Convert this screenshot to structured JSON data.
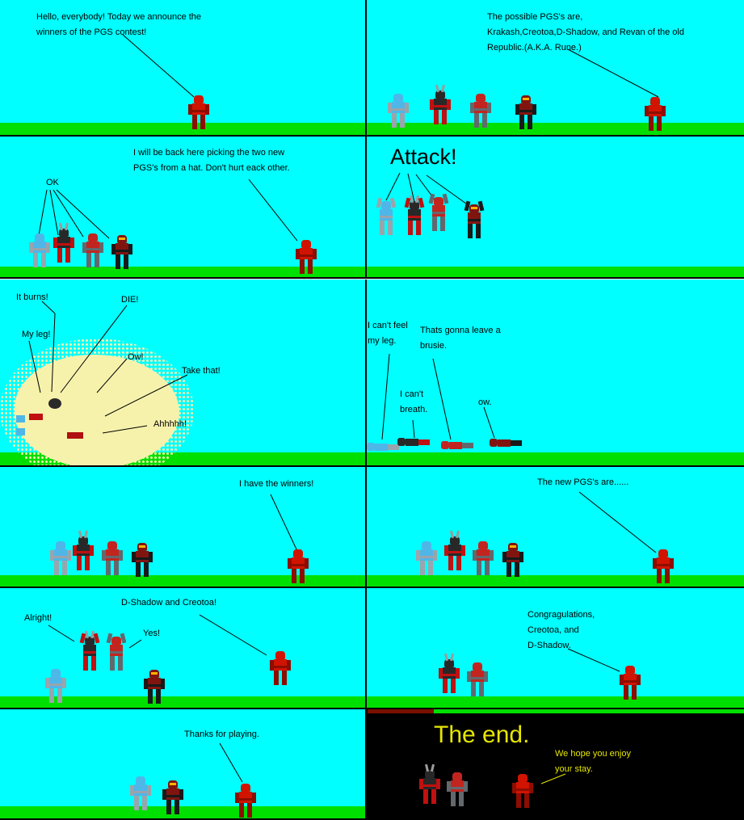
{
  "palette": {
    "sky": "#00FFFF",
    "grass": "#00E000",
    "ink": "#000000",
    "endbg": "#000000",
    "endtext": "#E6E600",
    "boom": "#F6F2AC"
  },
  "characters": {
    "announcer": {
      "name": "red announcer",
      "primary": "#D01400",
      "secondary": "#8E0D00"
    },
    "krakash": {
      "name": "Krakash",
      "primary": "#4FB6E8",
      "secondary": "#9AA4AC"
    },
    "dshadow": {
      "name": "D-Shadow",
      "primary": "#282828",
      "secondary": "#C01010"
    },
    "creotoa": {
      "name": "Creotoa",
      "primary": "#C22520",
      "secondary": "#63686D"
    },
    "revan": {
      "name": "Revan of the old Republic (A.K.A. Rune)",
      "primary": "#801510",
      "secondary": "#191919",
      "eye": "#FFB400"
    }
  },
  "panels": {
    "p1": {
      "caption": "Hello, everybody! Today we announce the\nwinners of the PGS contest!"
    },
    "p2": {
      "caption": "The possible PGS's are,\nKrakash,Creotoa,D-Shadow, and Revan of the old\nRepublic.(A.K.A. Rune.)"
    },
    "p3": {
      "caption": "I will be back here picking the two new\nPGS's from a hat. Don't hurt eack other.",
      "ok": "OK"
    },
    "p4": {
      "shout": "Attack!"
    },
    "p5": {
      "it_burns": "It burns!",
      "die": "DIE!",
      "my_leg": "My leg!",
      "ow": "Ow!",
      "take_that": "Take that!",
      "ahhhhh": "Ahhhhh!"
    },
    "p6": {
      "cant_feel": "I can't feel\nmy leg.",
      "brusie": "Thats gonna leave a\nbrusie.",
      "cant_breath": "I can't\nbreath.",
      "ow": "ow."
    },
    "p7": {
      "caption": "I have the winners!"
    },
    "p8": {
      "caption": "The new PGS's are......"
    },
    "p9": {
      "caption": "D-Shadow and Creotoa!",
      "alright": "Alright!",
      "yes": "Yes!"
    },
    "p10": {
      "caption": "Congragulations,\nCreotoa, and\nD-Shadow."
    },
    "p11": {
      "caption": "Thanks for playing."
    },
    "p12": {
      "title": "The end.",
      "tagline": "We hope you enjoy\nyour stay."
    }
  }
}
